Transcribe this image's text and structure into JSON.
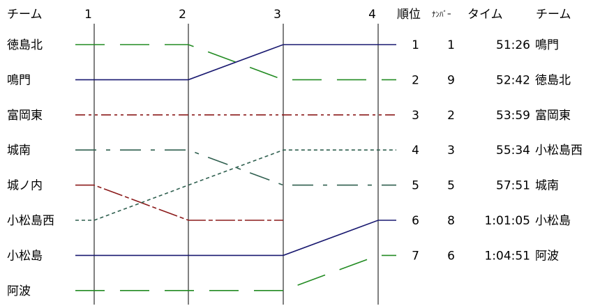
{
  "chart_data": {
    "type": "line",
    "header": {
      "left_team": "チーム",
      "rank": "順位",
      "number": "ﾅﾝﾊﾞｰ",
      "time": "タイム",
      "right_team": "チーム"
    },
    "stages": [
      "1",
      "2",
      "3",
      "4"
    ],
    "series": [
      {
        "name": "徳島北",
        "ranks": [
          1,
          1,
          2,
          2
        ],
        "color": "#228B22",
        "dash": "long"
      },
      {
        "name": "鳴門",
        "ranks": [
          2,
          2,
          1,
          1
        ],
        "color": "#191970",
        "dash": "solid"
      },
      {
        "name": "富岡東",
        "ranks": [
          3,
          3,
          3,
          3
        ],
        "color": "#8B1A1A",
        "dash": "dashdotdot"
      },
      {
        "name": "城南",
        "ranks": [
          4,
          4,
          5,
          5
        ],
        "color": "#2F5F4F",
        "dash": "dashdot"
      },
      {
        "name": "城ノ内",
        "ranks": [
          5,
          6,
          6,
          null
        ],
        "color": "#8B1A1A",
        "dash": "mixed"
      },
      {
        "name": "小松島西",
        "ranks": [
          6,
          5,
          4,
          4
        ],
        "color": "#2F5F4F",
        "dash": "dotted"
      },
      {
        "name": "小松島",
        "ranks": [
          7,
          7,
          7,
          6
        ],
        "color": "#191970",
        "dash": "solid"
      },
      {
        "name": "阿波",
        "ranks": [
          8,
          8,
          8,
          7
        ],
        "color": "#228B22",
        "dash": "long"
      }
    ],
    "results": [
      {
        "rank": "1",
        "number": "1",
        "time": "51:26",
        "team": "鳴門"
      },
      {
        "rank": "2",
        "number": "9",
        "time": "52:42",
        "team": "徳島北"
      },
      {
        "rank": "3",
        "number": "2",
        "time": "53:59",
        "team": "富岡東"
      },
      {
        "rank": "4",
        "number": "3",
        "time": "55:34",
        "team": "小松島西"
      },
      {
        "rank": "5",
        "number": "5",
        "time": "57:51",
        "team": "城南"
      },
      {
        "rank": "6",
        "number": "8",
        "time": "1:01:05",
        "team": "小松島"
      },
      {
        "rank": "7",
        "number": "6",
        "time": "1:04:51",
        "team": "阿波"
      }
    ]
  }
}
